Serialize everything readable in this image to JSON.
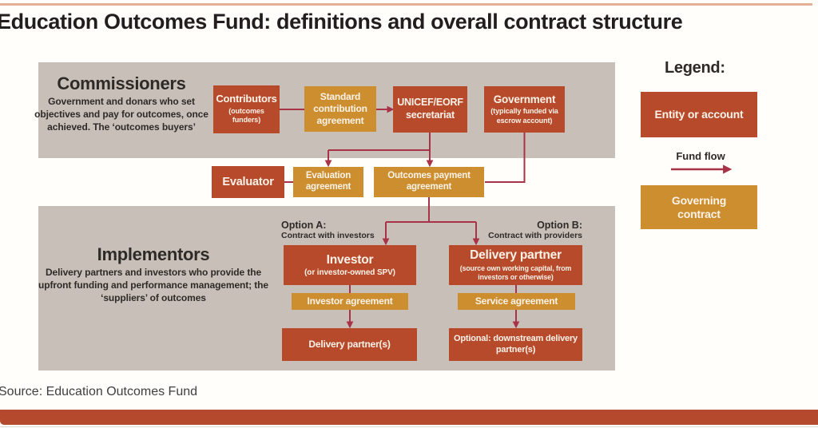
{
  "title": "Education Outcomes Fund: definitions and overall contract structure",
  "source": "Source: Education Outcomes Fund",
  "colors": {
    "entity_red": "#b84a2c",
    "contract_orange": "#cd8e2f",
    "panel_gray": "#c8c0b8",
    "fund_flow_line": "#a83246",
    "top_hairline": "#e3ad97",
    "bottom_bar": "#b5492e",
    "title_text": "#221e1f"
  },
  "panels": {
    "commissioners": {
      "heading": "Commissioners",
      "description": "Government and donars who set objectives and pay for outcomes, once achieved. The ‘outcomes buyers’"
    },
    "implementors": {
      "heading": "Implementors",
      "description": "Delivery partners and investors who provide the upfront funding and performance management; the ‘suppliers’ of outcomes"
    }
  },
  "nodes": {
    "contributors": {
      "label": "Contributors",
      "sub": "(outcomes funders)"
    },
    "standard_contribution": {
      "label": "Standard contribution agreement"
    },
    "unicef": {
      "label": "UNICEF/EORF secretariat"
    },
    "government": {
      "label": "Government",
      "sub": "(typically funded via escrow account)"
    },
    "evaluator": {
      "label": "Evaluator"
    },
    "evaluation_agreement": {
      "label": "Evaluation agreement"
    },
    "outcomes_payment": {
      "label": "Outcomes payment agreement"
    },
    "investor": {
      "label": "Investor",
      "sub": "(or investor-owned SPV)"
    },
    "delivery_partner": {
      "label": "Delivery partner",
      "sub": "(source own working capital, from investors or otherwise)"
    },
    "investor_agreement": {
      "label": "Investor agreement"
    },
    "service_agreement": {
      "label": "Service agreement"
    },
    "delivery_partners": {
      "label": "Delivery partner(s)"
    },
    "optional_downstream": {
      "label": "Optional: downstream delivery partner(s)"
    }
  },
  "options": {
    "a": {
      "title": "Option A:",
      "sub": "Contract with investors"
    },
    "b": {
      "title": "Option B:",
      "sub": "Contract with providers"
    }
  },
  "legend": {
    "heading": "Legend:",
    "entity_label": "Entity or account",
    "flow_label": "Fund flow",
    "contract_label": "Governing contract"
  }
}
